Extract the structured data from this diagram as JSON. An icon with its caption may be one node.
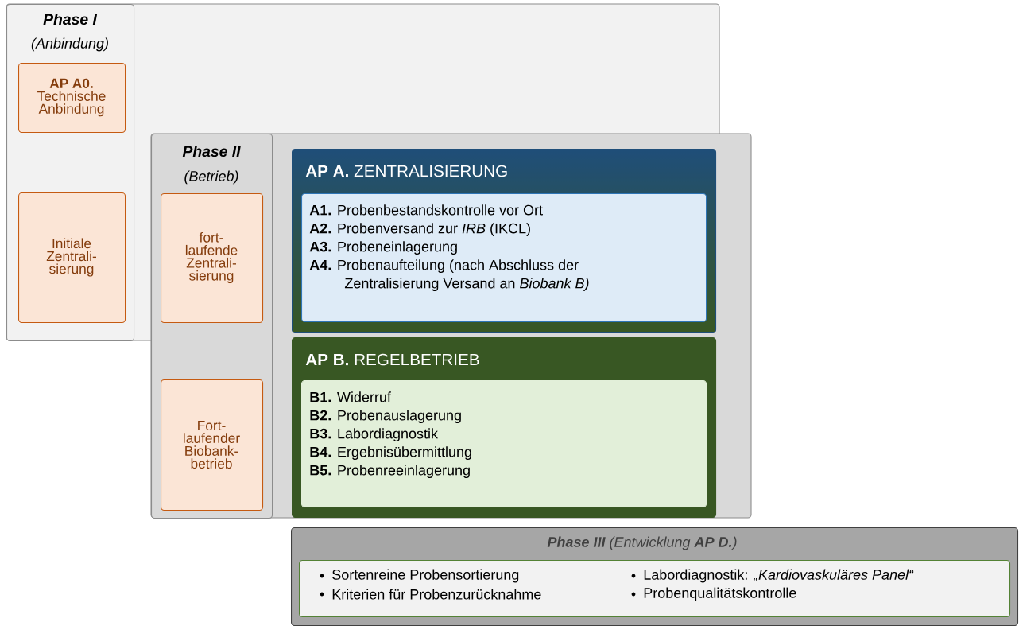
{
  "diagram": {
    "nodes": [
      {
        "text": [
          "Phase I",
          "(Anbindung)"
        ]
      },
      {
        "text": [
          "AP A0.",
          "Technische Anbindung"
        ],
        "in": 0
      },
      {
        "text": [
          "Initiale Zentrali- sierung"
        ],
        "in": 0
      },
      {
        "text": [
          "Phase II",
          "(Betrieb)"
        ]
      },
      {
        "text": [
          "fort- laufende Zentrali- sierung"
        ],
        "in": 3
      },
      {
        "text": [
          "Fort- laufender Biobank- betrieb"
        ],
        "in": 3
      },
      {
        "text": [
          "**AP A.** ZENTRALISIERUNG"
        ]
      },
      {
        "text": [
          "**A1.** Probenbestandskontrolle vor Ort",
          "**A2.** Probenversand zur *IRB* (IKCL)",
          "**A3.** Probeneinlagerung",
          "**A4.** Probenaufteilung (nach Abschluss der Zentralisierung Versand an *Biobank B)*"
        ],
        "in": 6
      },
      {
        "text": [
          "**AP B.** REGELBETRIEB"
        ]
      },
      {
        "text": [
          "**B1.** Widerruf",
          "**B2.** Probenauslagerung",
          "**B3.** Labordiagnostik",
          "**B4.** Ergebnisübermittlung",
          "**B5.** Probenreeinlagerung"
        ],
        "in": 8
      },
      {
        "text": [
          "**Phase III** (Entwicklung **AP D.**)"
        ]
      },
      {
        "text": [
          "Sortenreine Probensortierung",
          "Labordiagnostik: *„Kardiovaskuläres Panel“*",
          "Kriterien für Probenzurücknahme",
          "Probenqualitätskontrolle"
        ],
        "in": 10
      }
    ]
  }
}
